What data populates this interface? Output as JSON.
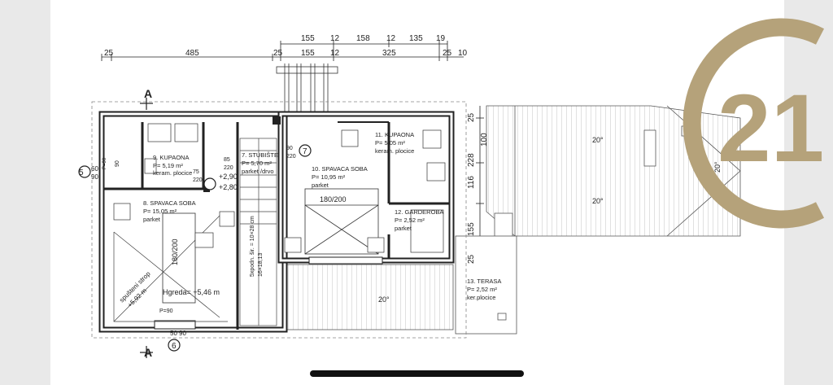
{
  "plan": {
    "dims_top_row1": [
      "155",
      "12",
      "158",
      "12",
      "135",
      "19"
    ],
    "dims_top_row2": [
      "25",
      "485",
      "25",
      "155",
      "12",
      "325",
      "25",
      "10"
    ],
    "dims_right": [
      "25",
      "100",
      "228",
      "116",
      "155",
      "25"
    ],
    "dims_left": [
      "60",
      "90",
      "90"
    ],
    "dims_bottom": [
      "50",
      "90"
    ],
    "section_a_top": "A",
    "section_a_bottom": "A",
    "axis_5": "5",
    "axis_6": "6",
    "axis_7": "7",
    "rooms": {
      "r9": {
        "name": "9. KUPAONA",
        "area": "P= 5,19 m²",
        "floor": "keram. plocice"
      },
      "r7": {
        "name": "7. STUBIŠTE",
        "area": "P= 5,70 m²",
        "floor": "parket /drvo"
      },
      "r10": {
        "name": "10. SPAVACA SOBA",
        "area": "P= 10,95 m²",
        "floor": "parket"
      },
      "r11": {
        "name": "11. KUPAONA",
        "area": "P= 5,05 m²",
        "floor": "keram. plocice"
      },
      "r8": {
        "name": "8. SPAVACA SOBA",
        "area": "P= 15,05 m²",
        "floor": "parket"
      },
      "r12": {
        "name": "12. GARDEROBA",
        "area": "P= 2,52 m²",
        "floor": "parket"
      },
      "r13": {
        "name": "13. TERASA",
        "area": "P= 2,52 m²",
        "floor": "ker.plocice"
      }
    },
    "door_75": "75",
    "door_220a": "220",
    "door_85": "85",
    "door_220b": "220",
    "door_90": "90",
    "door_220c": "220",
    "p90_a": "P=90",
    "p90_b": "P=90",
    "level_1": "+2,90",
    "level_2": "+2,80",
    "bed_1": "180/200",
    "bed_2": "180/200",
    "stairs_1": "5xpodn. šir. = 10×28 cm",
    "stairs_2": "16×18,13",
    "ceiling_1": "spušteni strop",
    "ceiling_2": "+5,92 m",
    "beam": "Hgreda= +5,46 m",
    "roof_pitch": [
      "20°",
      "20°",
      "20°",
      "20°"
    ]
  },
  "logo": {
    "text": "21",
    "color_gold": "#b5a27a"
  }
}
